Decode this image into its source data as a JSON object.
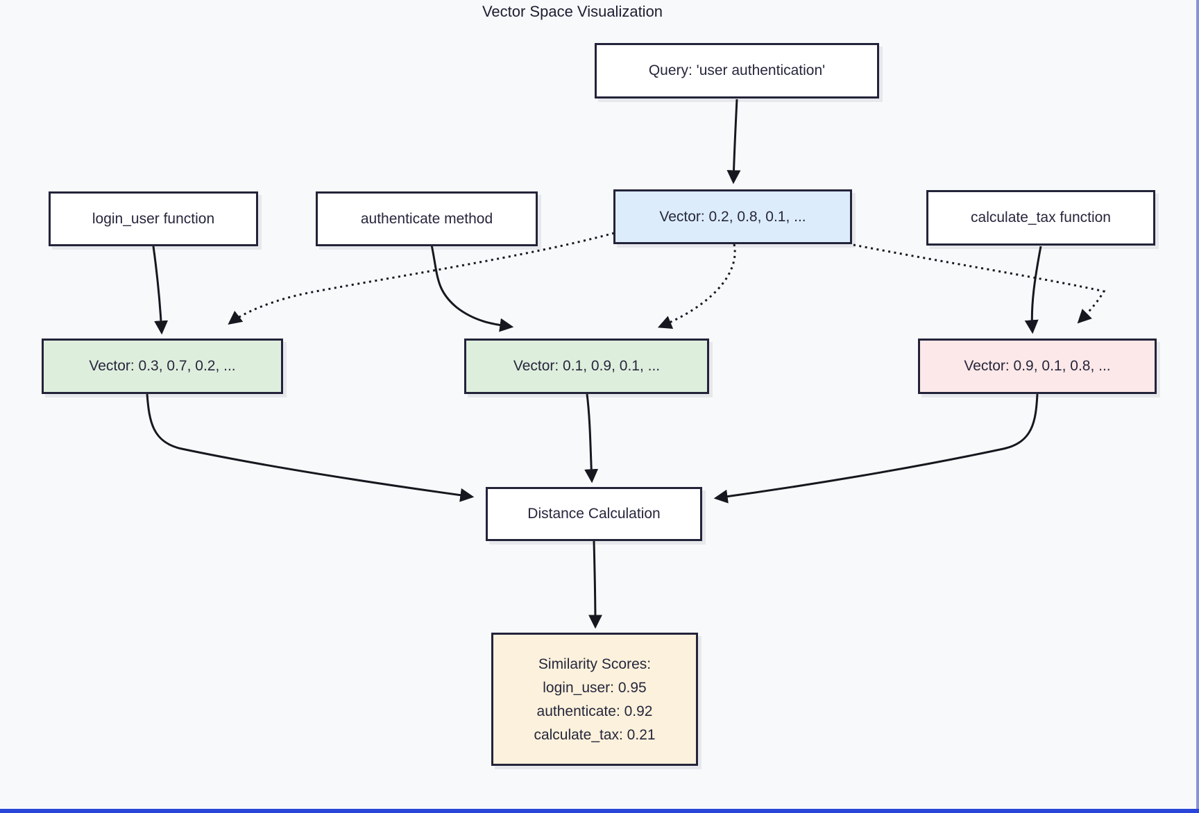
{
  "title": "Vector Space Visualization",
  "nodes": {
    "query": {
      "label": "Query: 'user authentication'"
    },
    "login": {
      "label": "login_user function"
    },
    "auth": {
      "label": "authenticate method"
    },
    "qvec": {
      "label": "Vector: 0.2, 0.8, 0.1, ..."
    },
    "calc": {
      "label": "calculate_tax function"
    },
    "vec1": {
      "label": "Vector: 0.3, 0.7, 0.2, ..."
    },
    "vec2": {
      "label": "Vector: 0.1, 0.9, 0.1, ..."
    },
    "vec3": {
      "label": "Vector: 0.9, 0.1, 0.8, ..."
    },
    "distance": {
      "label": "Distance Calculation"
    },
    "scores": {
      "lines": [
        "Similarity Scores:",
        "login_user: 0.95",
        "authenticate: 0.92",
        "calculate_tax: 0.21"
      ]
    }
  },
  "colors": {
    "background": "#f8f9fb",
    "node_border": "#23233a",
    "edge": "#17171f",
    "query_vector_fill": "#dcecfb",
    "code_vector_fill": "#deeedd",
    "distant_vector_fill": "#fce8e8",
    "scores_fill": "#fbf1dc",
    "viewport_bottom_line": "#2a46d9",
    "viewport_right_line": "#8794d6"
  }
}
